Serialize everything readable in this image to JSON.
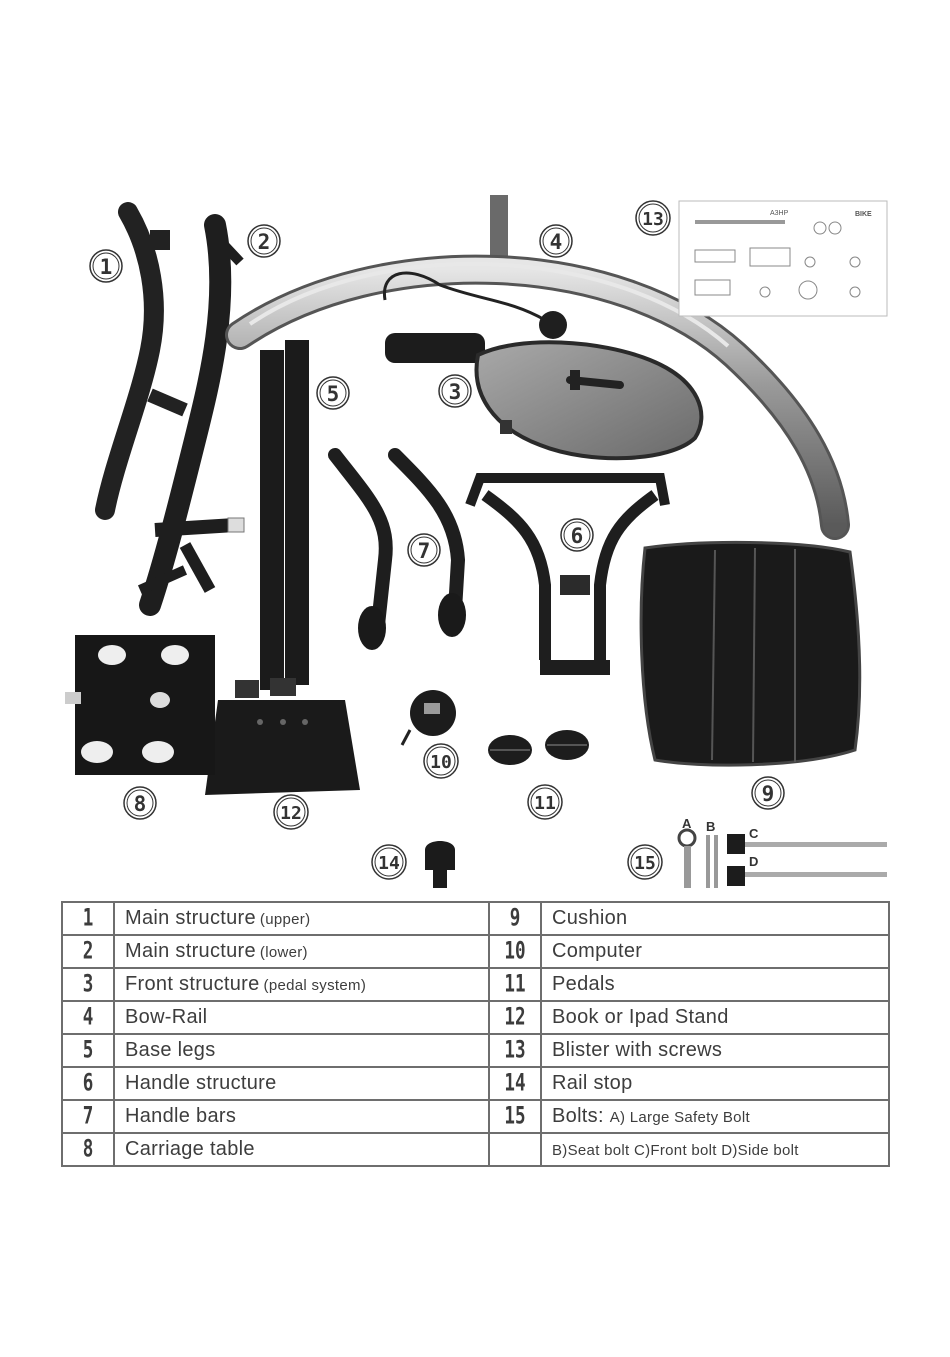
{
  "callouts": [
    "1",
    "2",
    "3",
    "4",
    "5",
    "6",
    "7",
    "8",
    "9",
    "10",
    "11",
    "12",
    "13",
    "14",
    "15"
  ],
  "bolt_letters": [
    "A",
    "B",
    "C",
    "D"
  ],
  "blister_sheet": {
    "title": "A3HP",
    "brand": "BIKE"
  },
  "parts_table": {
    "rows": [
      {
        "left_num": "1",
        "left_name": "Main structure",
        "left_note": "(upper)",
        "right_num": "9",
        "right_name": "Cushion",
        "right_note": ""
      },
      {
        "left_num": "2",
        "left_name": "Main structure",
        "left_note": "(lower)",
        "right_num": "10",
        "right_name": "Computer",
        "right_note": ""
      },
      {
        "left_num": "3",
        "left_name": "Front structure",
        "left_note": "(pedal system)",
        "right_num": "11",
        "right_name": "Pedals",
        "right_note": ""
      },
      {
        "left_num": "4",
        "left_name": "Bow-Rail",
        "left_note": "",
        "right_num": "12",
        "right_name": "Book or Ipad Stand",
        "right_note": ""
      },
      {
        "left_num": "5",
        "left_name": "Base legs",
        "left_note": "",
        "right_num": "13",
        "right_name": "Blister with screws",
        "right_note": ""
      },
      {
        "left_num": "6",
        "left_name": "Handle structure",
        "left_note": "",
        "right_num": "14",
        "right_name": "Rail stop",
        "right_note": ""
      },
      {
        "left_num": "7",
        "left_name": "Handle bars",
        "left_note": "",
        "right_num": "15",
        "right_name": "Bolts:",
        "right_note": "A) Large Safety Bolt"
      },
      {
        "left_num": "8",
        "left_name": "Carriage table",
        "left_note": "",
        "right_num": "",
        "right_name": "",
        "right_note": "B)Seat bolt  C)Front bolt  D)Side bolt"
      }
    ]
  }
}
